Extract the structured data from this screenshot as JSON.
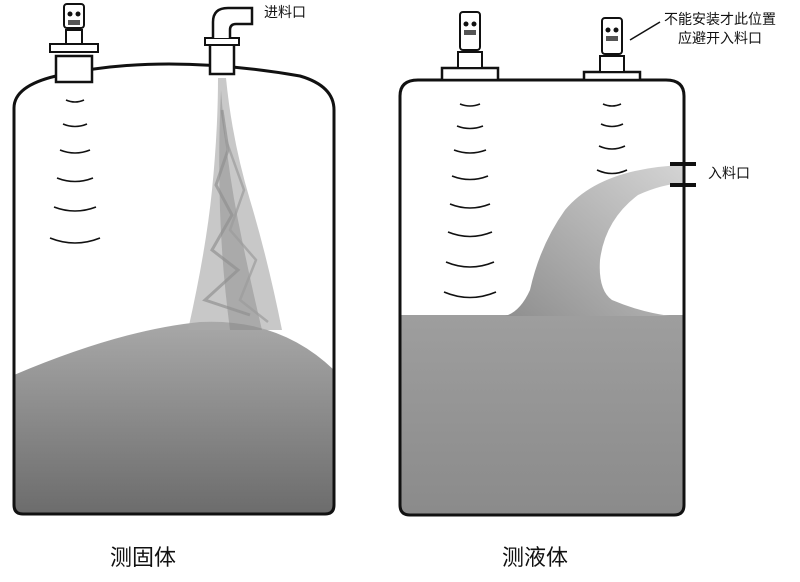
{
  "labels": {
    "solid_caption": "测固体",
    "liquid_caption": "测液体",
    "feed_inlet_top": "进料口",
    "warning_line1": "不能安装才此位置",
    "warning_line2": "应避开入料口",
    "feed_inlet_side": "入料口"
  },
  "colors": {
    "outline": "#111111",
    "fill_dark": "#6f6f6f",
    "fill_light": "#b5b5b5",
    "liquid": "#9a9a9a",
    "background": "#ffffff"
  }
}
